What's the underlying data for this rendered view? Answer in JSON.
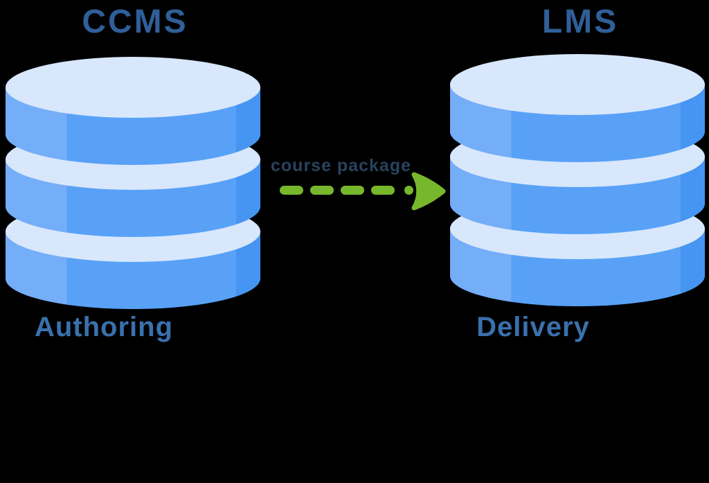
{
  "background_color": "#000000",
  "nodes": {
    "ccms": {
      "title": "CCMS",
      "caption": "Authoring",
      "icon": "database-icon"
    },
    "lms": {
      "title": "LMS",
      "caption": "Delivery",
      "icon": "database-icon"
    }
  },
  "connector": {
    "label": "course package",
    "icon": "dashed-arrow-right-icon",
    "style": "dashed",
    "direction": "left-to-right",
    "color": "#77b72b"
  },
  "colors": {
    "title_text": "#2f5f99",
    "caption_text": "#3a70ad",
    "connector_label_text": "#28435e",
    "db_top": "#d8e7fc",
    "db_body_main": "#58a1f7",
    "db_body_highlight": "#74adf8",
    "db_body_shadow": "#4695f2",
    "arrow_green": "#77b72b"
  }
}
